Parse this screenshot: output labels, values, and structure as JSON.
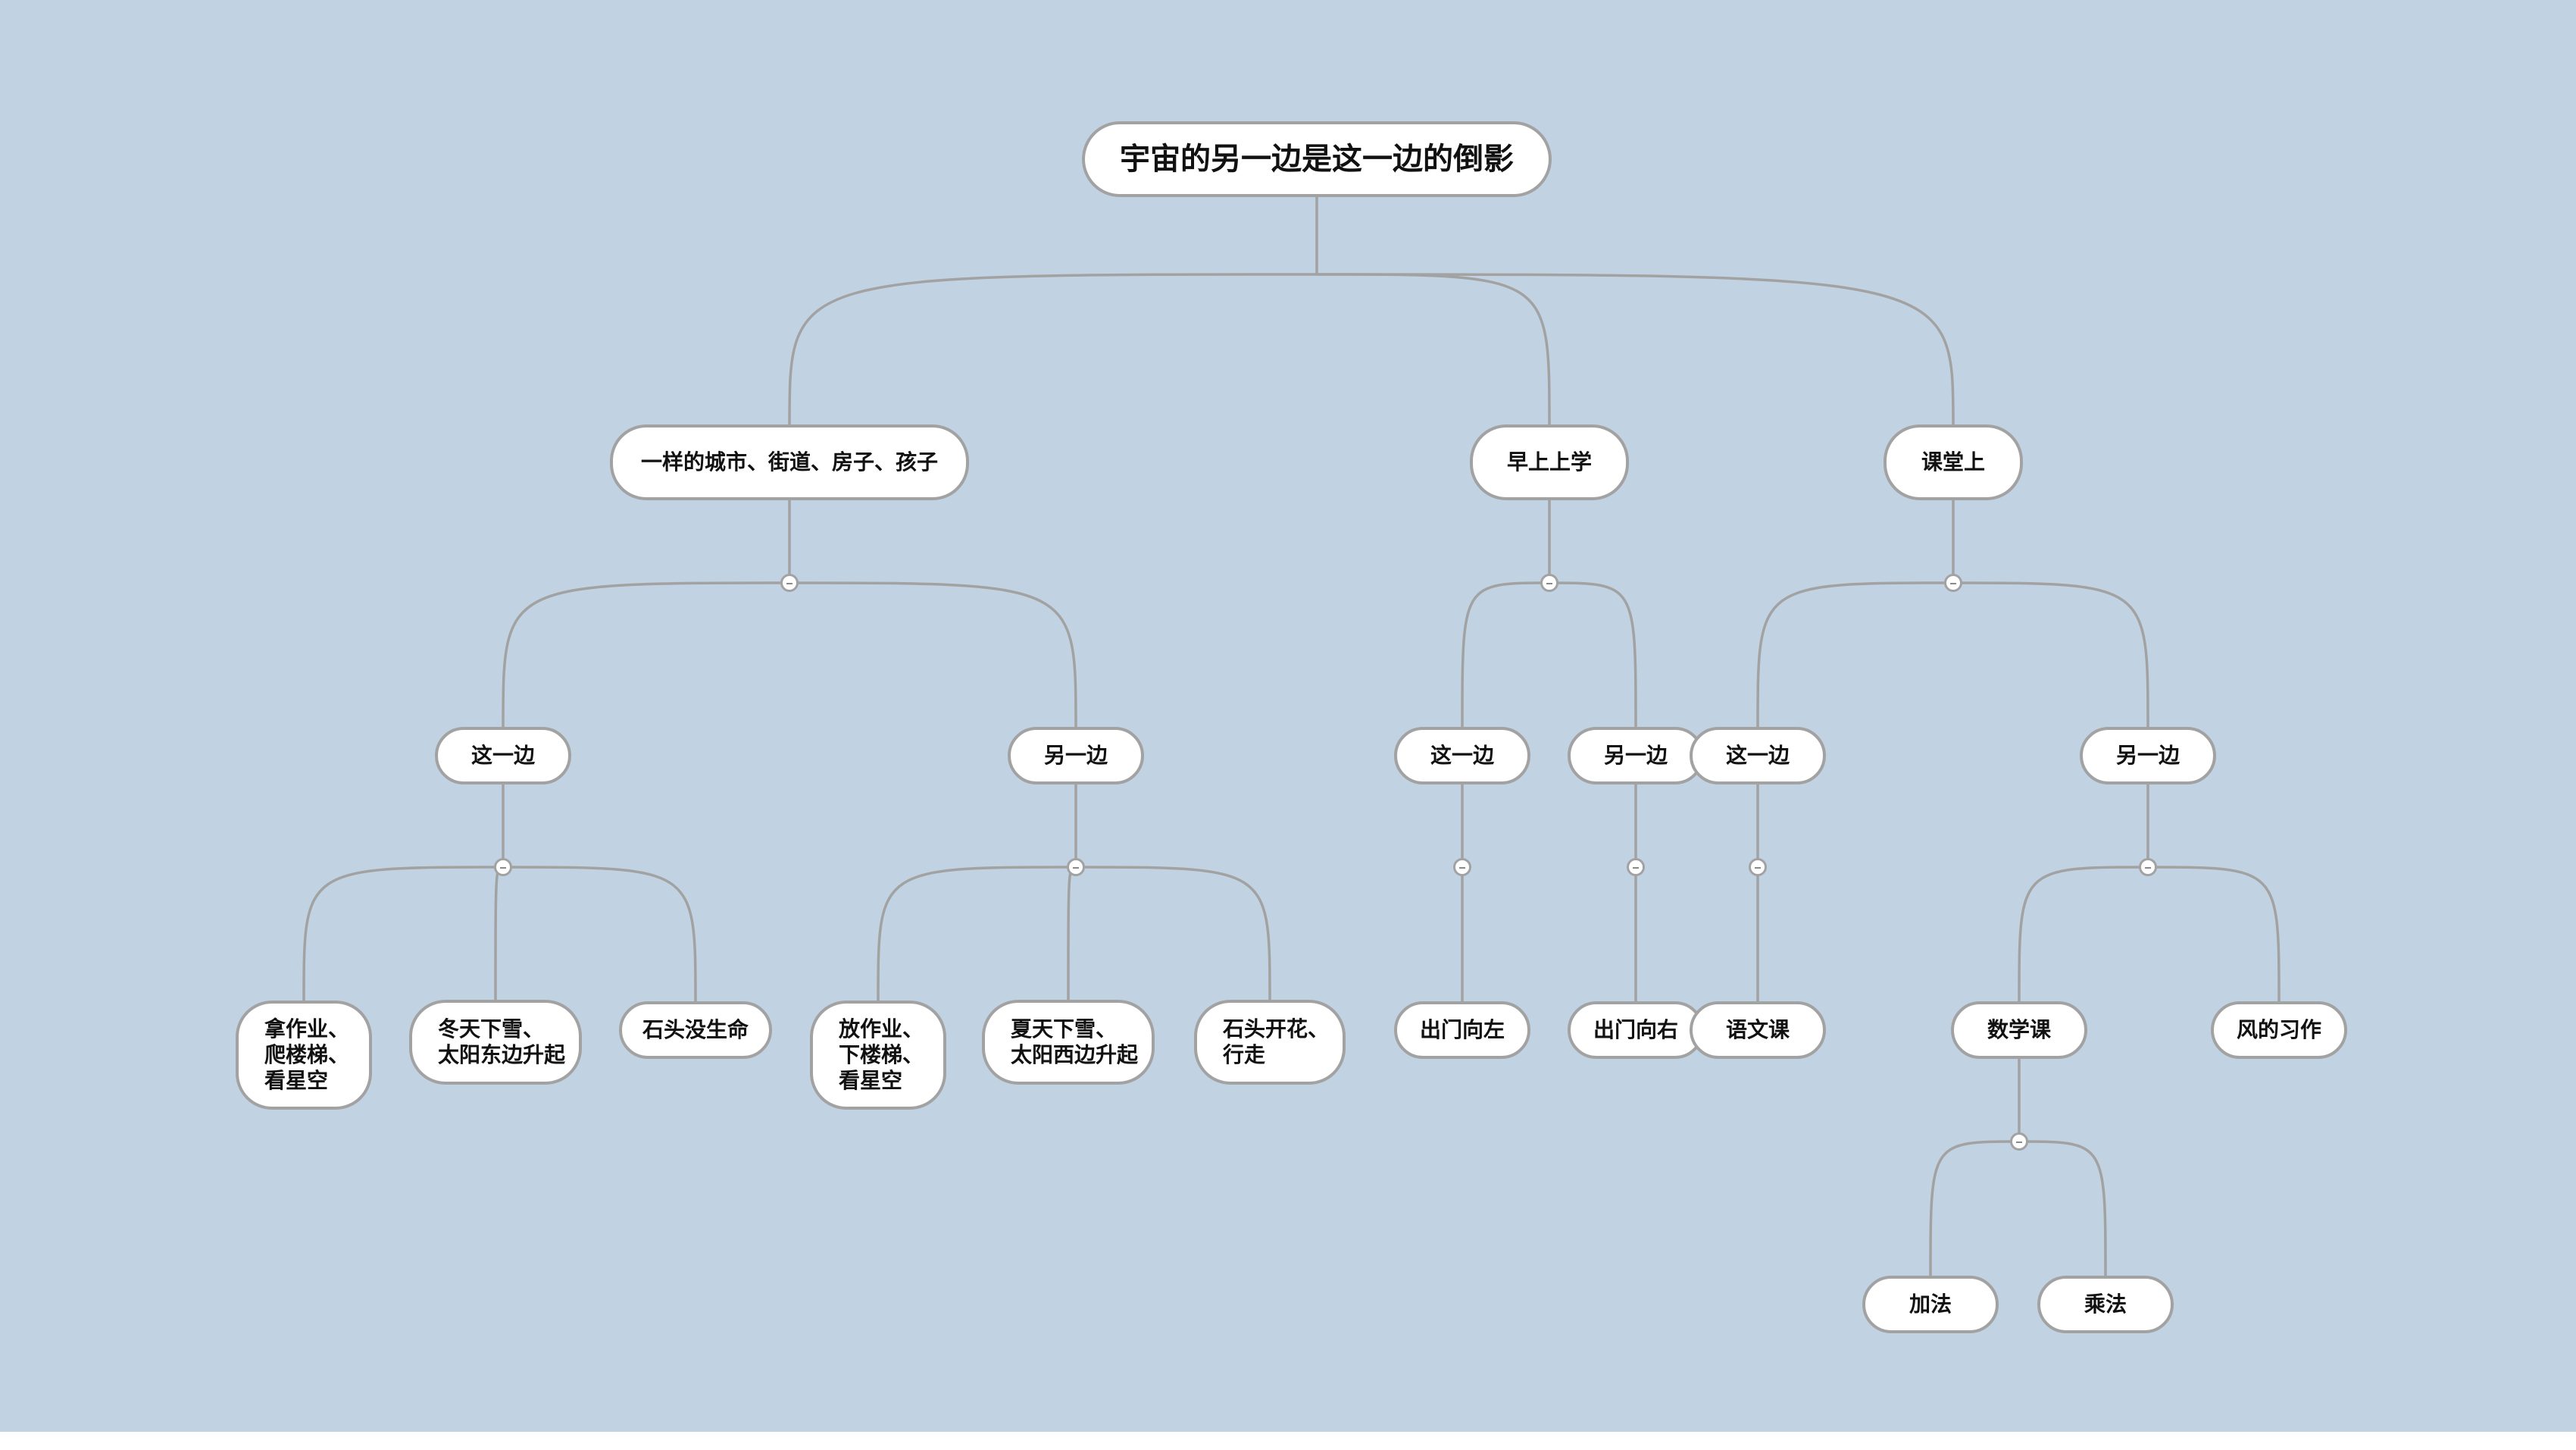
{
  "colors": {
    "background": "#c1d3e3",
    "node_fill": "#ffffff",
    "border": "#a2a2a2",
    "text": "#111111"
  },
  "mindmap": {
    "root": "宇宙的另一边是这一边的倒影",
    "branches": [
      {
        "label": "一样的城市、街道、房子、孩子",
        "children": [
          {
            "label": "这一边",
            "children": [
              "拿作业、\n爬楼梯、\n看星空",
              "冬天下雪、\n太阳东边升起",
              "石头没生命"
            ]
          },
          {
            "label": "另一边",
            "children": [
              "放作业、\n下楼梯、\n看星空",
              "夏天下雪、\n太阳西边升起",
              "石头开花、\n行走"
            ]
          }
        ]
      },
      {
        "label": "早上上学",
        "children": [
          {
            "label": "这一边",
            "children": [
              "出门向左"
            ]
          },
          {
            "label": "另一边",
            "children": [
              "出门向右"
            ]
          }
        ]
      },
      {
        "label": "课堂上",
        "children": [
          {
            "label": "这一边",
            "children": [
              "语文课"
            ]
          },
          {
            "label": "另一边",
            "children": [
              {
                "label": "数学课",
                "children": [
                  "加法",
                  "乘法"
                ]
              },
              "风的习作"
            ]
          }
        ]
      }
    ]
  }
}
